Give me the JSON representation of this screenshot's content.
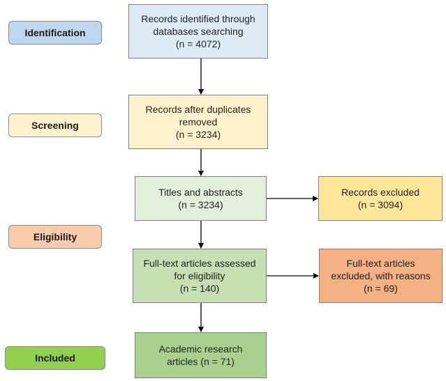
{
  "stages": {
    "identification": "Identification",
    "screening": "Screening",
    "eligibility": "Eligibility",
    "included": "Included"
  },
  "boxes": {
    "identified": {
      "line1": "Records identified through",
      "line2": "databases searching",
      "count": "(n = 4072)"
    },
    "after_duplicates": {
      "line1": "Records after duplicates",
      "line2": "removed",
      "count": "(n = 3234)"
    },
    "titles_abstracts": {
      "line1": "Titles and abstracts",
      "count": "(n = 3234)"
    },
    "records_excluded": {
      "line1": "Records excluded",
      "count": "(n = 3094)"
    },
    "full_text_assessed": {
      "line1": "Full-text articles assessed",
      "line2": "for eligibility",
      "count": "(n = 140)"
    },
    "full_text_excluded": {
      "line1": "Full-text articles",
      "line2": "excluded, with reasons",
      "count": "(n = 69)"
    },
    "included_articles": {
      "line1": "Academic research",
      "line2": "articles (n = 71)"
    }
  },
  "colors": {
    "identification": "#bdd7ee",
    "screening": "#fff2cc",
    "eligibility": "#f8cbad",
    "included": "#92d050",
    "box_identified": "#ddebf7",
    "box_after_duplicates": "#fff2cc",
    "box_titles": "#e2efda",
    "box_records_excluded": "#ffe699",
    "box_full_text": "#c6e0b4",
    "box_full_text_excluded": "#f4b183",
    "box_included": "#a9d08e"
  }
}
